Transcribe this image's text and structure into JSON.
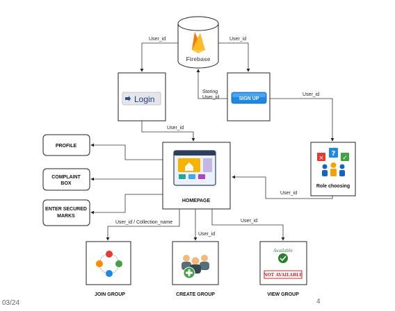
{
  "nodes": {
    "firebase": "Firebase",
    "login": "Login",
    "signup": "SIGN UP",
    "homepage": "HOMEPAGE",
    "role": "Role choosing",
    "profile": "PROFILE",
    "complaint_1": "COMPLAINT",
    "complaint_2": "BOX",
    "marks_1": "ENTER SECURED",
    "marks_2": "MARKS",
    "join": "JOIN GROUP",
    "create": "CREATE GROUP",
    "view": "VIEW GROUP",
    "available": "Available",
    "not_available": "NOT AVAILABLE"
  },
  "edges": {
    "fb_login": "User_id",
    "fb_signup": "User_id",
    "storing_1": "Storing",
    "storing_2": "User_id",
    "signup_role": "User_id",
    "login_home": "User_id",
    "role_home": "User_id",
    "home_join": "User_id / Collection_name",
    "home_create": "User_id",
    "home_view": "User_id"
  },
  "footer": {
    "date": "03/24",
    "page": "4"
  }
}
